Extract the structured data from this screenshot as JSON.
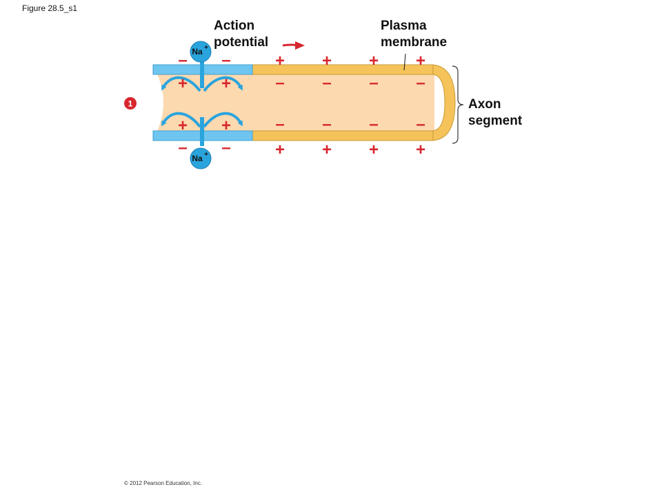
{
  "figure": {
    "title": "Figure 28.5_s1",
    "copyright": "© 2012 Pearson Education, Inc."
  },
  "labels": {
    "action_potential": [
      "Action",
      "potential"
    ],
    "plasma_membrane": [
      "Plasma",
      "membrane"
    ],
    "axon_segment": [
      "Axon",
      "segment"
    ],
    "step_number": "1",
    "ion_top": "Na",
    "ion_bottom": "Na",
    "ion_charge": "+"
  },
  "charges": {
    "plus": "+",
    "minus": "–"
  },
  "colors": {
    "depolarized": "#6ec6f0",
    "membrane": "#f5c35a",
    "cytoplasm": "#fdd9b0",
    "charge": "#d7262e",
    "ion": "#2aa4dd",
    "step_badge": "#d7262e",
    "arrow": "#d7262e"
  }
}
